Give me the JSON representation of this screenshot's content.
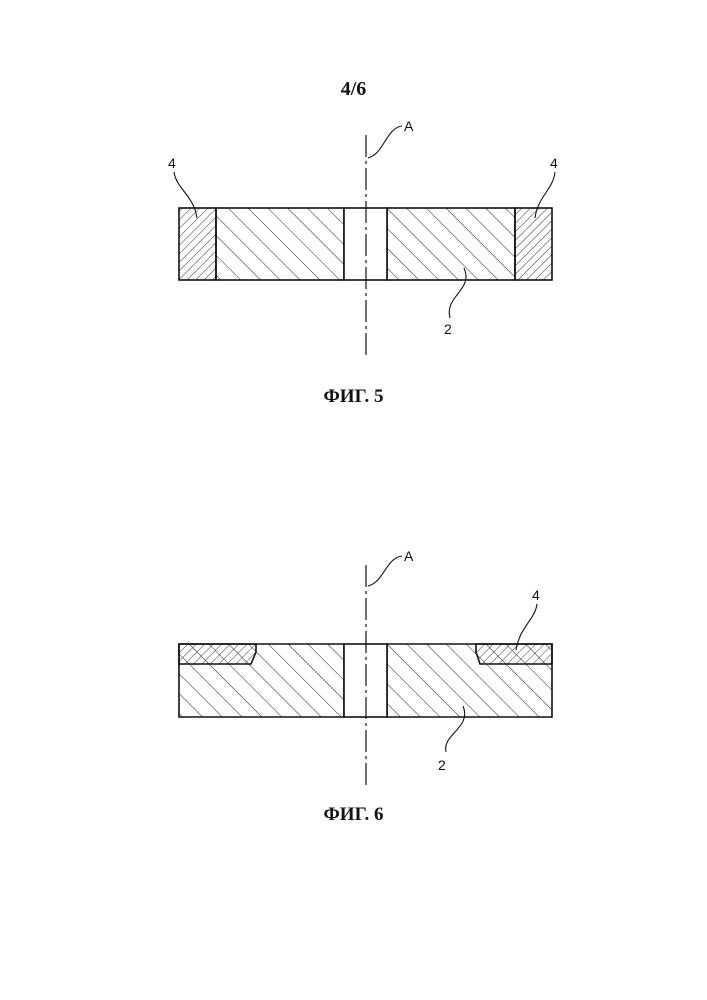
{
  "sheet": {
    "number": "4/6"
  },
  "figures": [
    {
      "caption": "ФИГ. 5",
      "labels": {
        "axis": "A",
        "insert_left": "4",
        "insert_right": "4",
        "body": "2"
      }
    },
    {
      "caption": "ФИГ. 6",
      "labels": {
        "axis": "A",
        "insert_right": "4",
        "body": "2"
      }
    }
  ]
}
